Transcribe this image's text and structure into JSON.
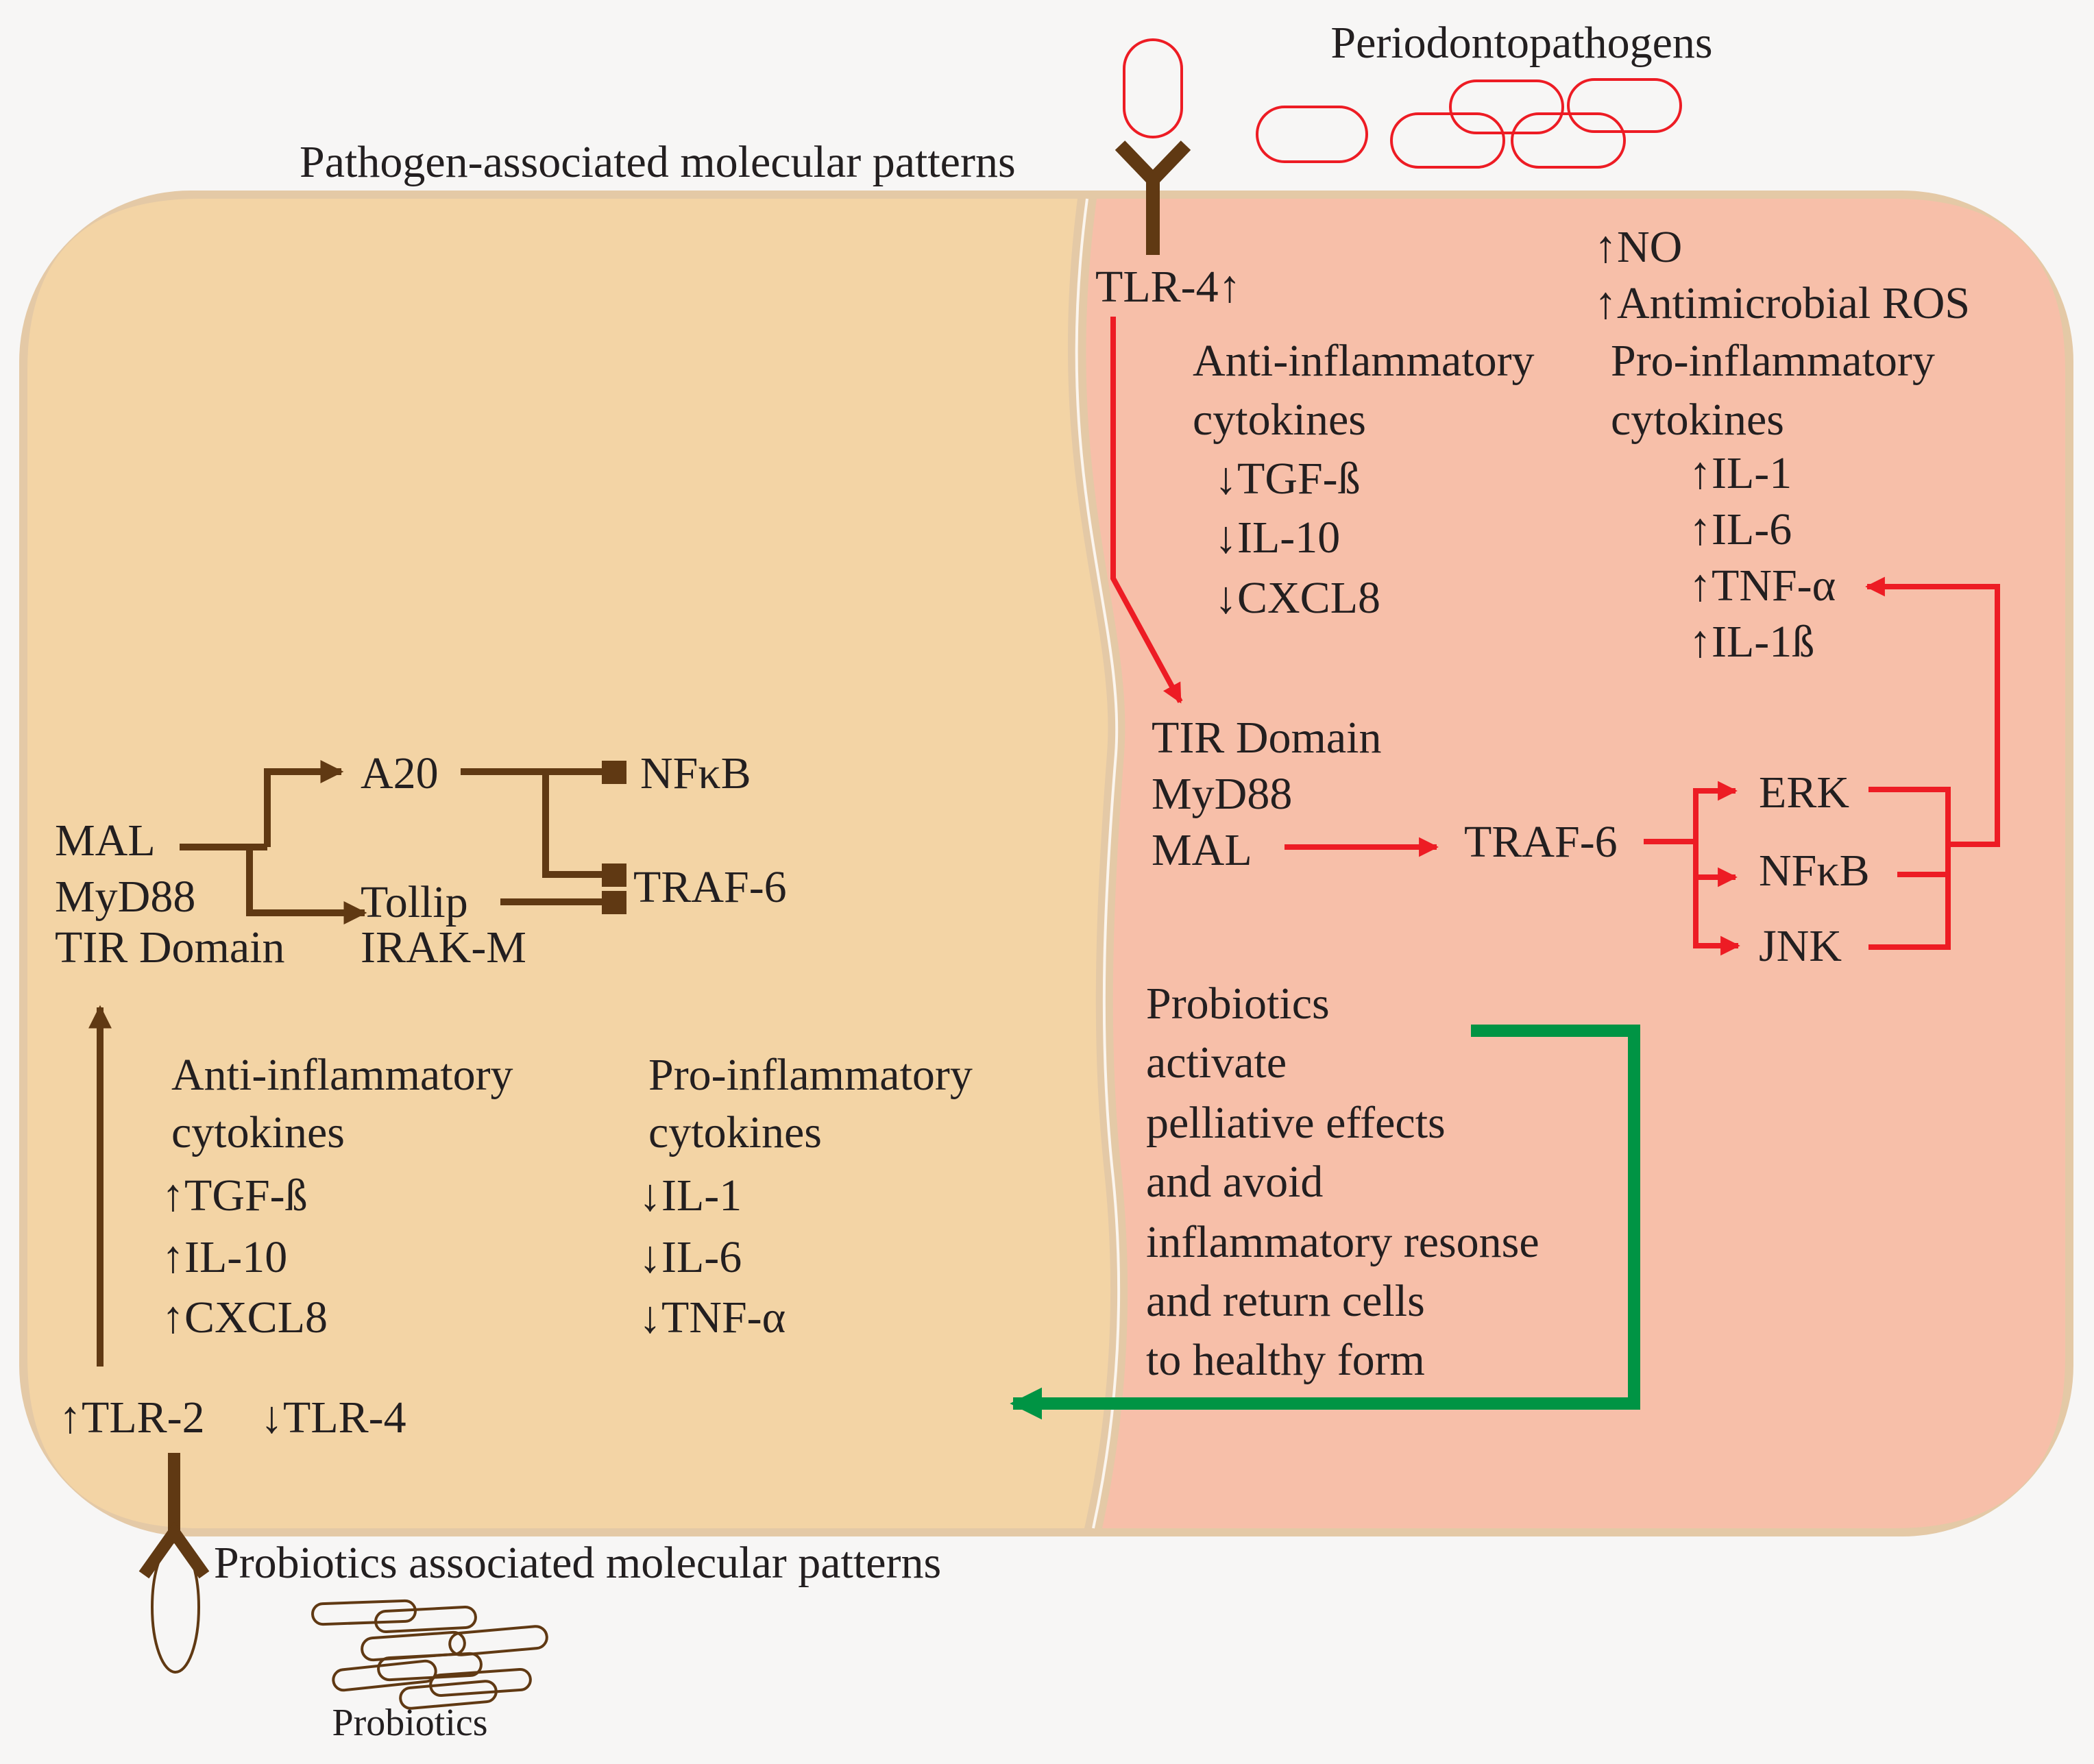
{
  "labels": {
    "periodontopathogens": "Periodontopathogens",
    "pamps": "Pathogen-associated molecular patterns",
    "probiotic_patterns": "Probiotics associated molecular patterns",
    "probiotics": "Probiotics"
  },
  "healthy_cell": {
    "receptors": {
      "tlr2": "↑TLR-2",
      "tlr4": "↓TLR-4"
    },
    "adaptor": {
      "line1": "MAL",
      "line2": "MyD88",
      "line3": "TIR Domain"
    },
    "a20": "A20",
    "tollip": "Tollip",
    "irakm": "IRAK-M",
    "nfkb": "NFκB",
    "traf6": "TRAF-6",
    "anti_inflammatory": {
      "heading_line1": "Anti-inflammatory",
      "heading_line2": "cytokines",
      "items": [
        "↑TGF-ß",
        "↑IL-10",
        "↑CXCL8"
      ]
    },
    "pro_inflammatory": {
      "heading_line1": "Pro-inflammatory",
      "heading_line2": "cytokines",
      "items": [
        "↓IL-1",
        "↓IL-6",
        "↓TNF-α"
      ]
    }
  },
  "inflamed_cell": {
    "receptor": "TLR-4↑",
    "anti_inflammatory": {
      "heading_line1": "Anti-inflammatory",
      "heading_line2": "cytokines",
      "items": [
        "↓TGF-ß",
        "↓IL-10",
        "↓CXCL8"
      ]
    },
    "effects": [
      "↑NO",
      "↑Antimicrobial ROS"
    ],
    "pro_inflammatory": {
      "heading_line1": "Pro-inflammatory",
      "heading_line2": "cytokines",
      "items": [
        "↑IL-1",
        "↑IL-6",
        "↑TNF-α",
        "↑IL-1ß"
      ]
    },
    "adaptor": {
      "line1": "TIR Domain",
      "line2": "MyD88",
      "line3": "MAL"
    },
    "traf6": "TRAF-6",
    "kinases": {
      "erk": "ERK",
      "nfkb": "NFκB",
      "jnk": "JNK"
    },
    "probiotic_note": [
      "Probiotics",
      "activate",
      "pelliative effects",
      "and avoid",
      "inflammatory resonse",
      "and return cells",
      "to healthy form"
    ]
  },
  "colors": {
    "healthy_fill": "#f3d4a5",
    "inflamed_fill": "#f7bfa9",
    "membrane": "#e4c9a6",
    "brown": "#603913",
    "red": "#ed1c24",
    "green": "#009444"
  }
}
